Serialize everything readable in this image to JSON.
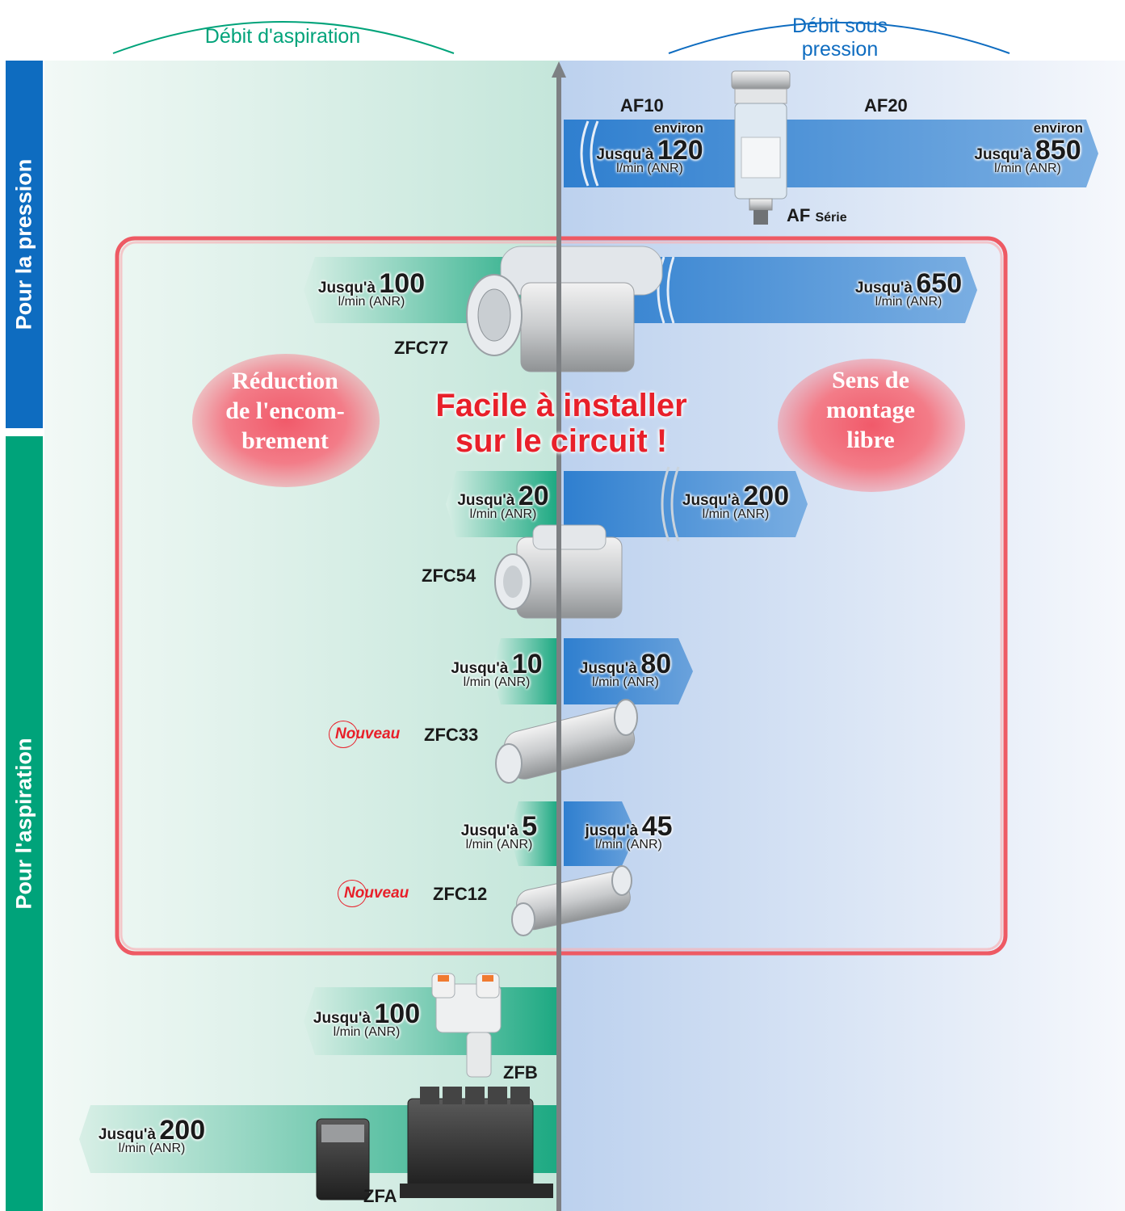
{
  "headers": {
    "suction_flow": "Débit d'aspiration",
    "pressure_flow_line1": "Débit sous",
    "pressure_flow_line2": "pression"
  },
  "sidebars": {
    "pressure": "Pour la pression",
    "suction": "Pour l'aspiration"
  },
  "colors": {
    "pressure_blue": "#0e6cc0",
    "suction_green": "#00a37a",
    "highlight_red": "#e8202a",
    "frame_red": "#ee5a64"
  },
  "headline": {
    "line1": "Facile à installer",
    "line2": "sur le circuit !"
  },
  "benefits": {
    "left": {
      "l1": "Réduction",
      "l2": "de l'encom-",
      "l3": "brement"
    },
    "right": {
      "l1": "Sens de",
      "l2": "montage",
      "l3": "libre"
    }
  },
  "af_series": {
    "af10": "AF10",
    "af20": "AF20",
    "series_name": "AF",
    "series_word": "Série",
    "af10_flow": {
      "approx": "environ",
      "prefix": "Jusqu'à",
      "value": "120",
      "unit": "l/min (ANR)"
    },
    "af20_flow": {
      "approx": "environ",
      "prefix": "Jusqu'à",
      "value": "850",
      "unit": "l/min (ANR)"
    }
  },
  "products": {
    "zfc77": {
      "name": "ZFC77",
      "suction": {
        "prefix": "Jusqu'à",
        "value": "100",
        "unit": "l/min (ANR)"
      },
      "pressure": {
        "prefix": "Jusqu'à",
        "value": "650",
        "unit": "l/min (ANR)"
      }
    },
    "zfc54": {
      "name": "ZFC54",
      "suction": {
        "prefix": "Jusqu'à",
        "value": "20",
        "unit": "l/min (ANR)"
      },
      "pressure": {
        "prefix": "Jusqu'à",
        "value": "200",
        "unit": "l/min (ANR)"
      }
    },
    "zfc33": {
      "name": "ZFC33",
      "badge": "Nouveau",
      "suction": {
        "prefix": "Jusqu'à",
        "value": "10",
        "unit": "l/min (ANR)"
      },
      "pressure": {
        "prefix": "Jusqu'à",
        "value": "80",
        "unit": "l/min (ANR)"
      }
    },
    "zfc12": {
      "name": "ZFC12",
      "badge": "Nouveau",
      "suction": {
        "prefix": "Jusqu'à",
        "value": "5",
        "unit": "l/min (ANR)"
      },
      "pressure": {
        "prefix": "jusqu'à",
        "value": "45",
        "unit": "l/min (ANR)"
      }
    },
    "zfb": {
      "name": "ZFB",
      "suction": {
        "prefix": "Jusqu'à",
        "value": "100",
        "unit": "l/min (ANR)"
      }
    },
    "zfa": {
      "name": "ZFA",
      "suction": {
        "prefix": "Jusqu'à",
        "value": "200",
        "unit": "l/min (ANR)"
      }
    }
  }
}
